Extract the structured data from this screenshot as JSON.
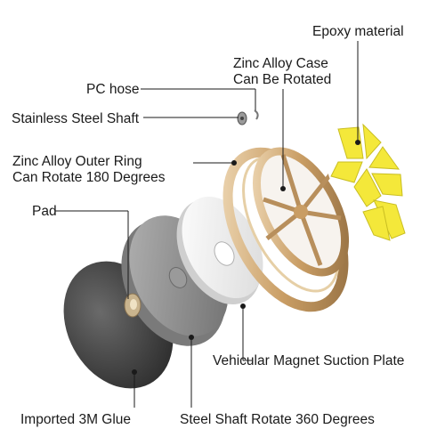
{
  "labels": {
    "epoxy": "Epoxy material",
    "case_line1": "Zinc Alloy Case",
    "case_line2": "Can Be Rotated",
    "pc_hose": "PC hose",
    "shaft": "Stainless Steel Shaft",
    "ring_line1": "Zinc Alloy Outer Ring",
    "ring_line2": "Can Rotate 180 Degrees",
    "pad": "Pad",
    "magnet_plate": "Vehicular Magnet Suction Plate",
    "glue": "Imported 3M Glue",
    "shaft_rotate": "Steel Shaft Rotate 360 Degrees"
  },
  "colors": {
    "leader": "#1a1a1a",
    "gold": "#d9b98a",
    "gold_dark": "#b88f5c",
    "epoxy_yellow": "#f4e83a",
    "pad_dark": "#4a4a4a",
    "plate_gray": "#8c8c8c",
    "plate_white": "#eeeeee"
  }
}
